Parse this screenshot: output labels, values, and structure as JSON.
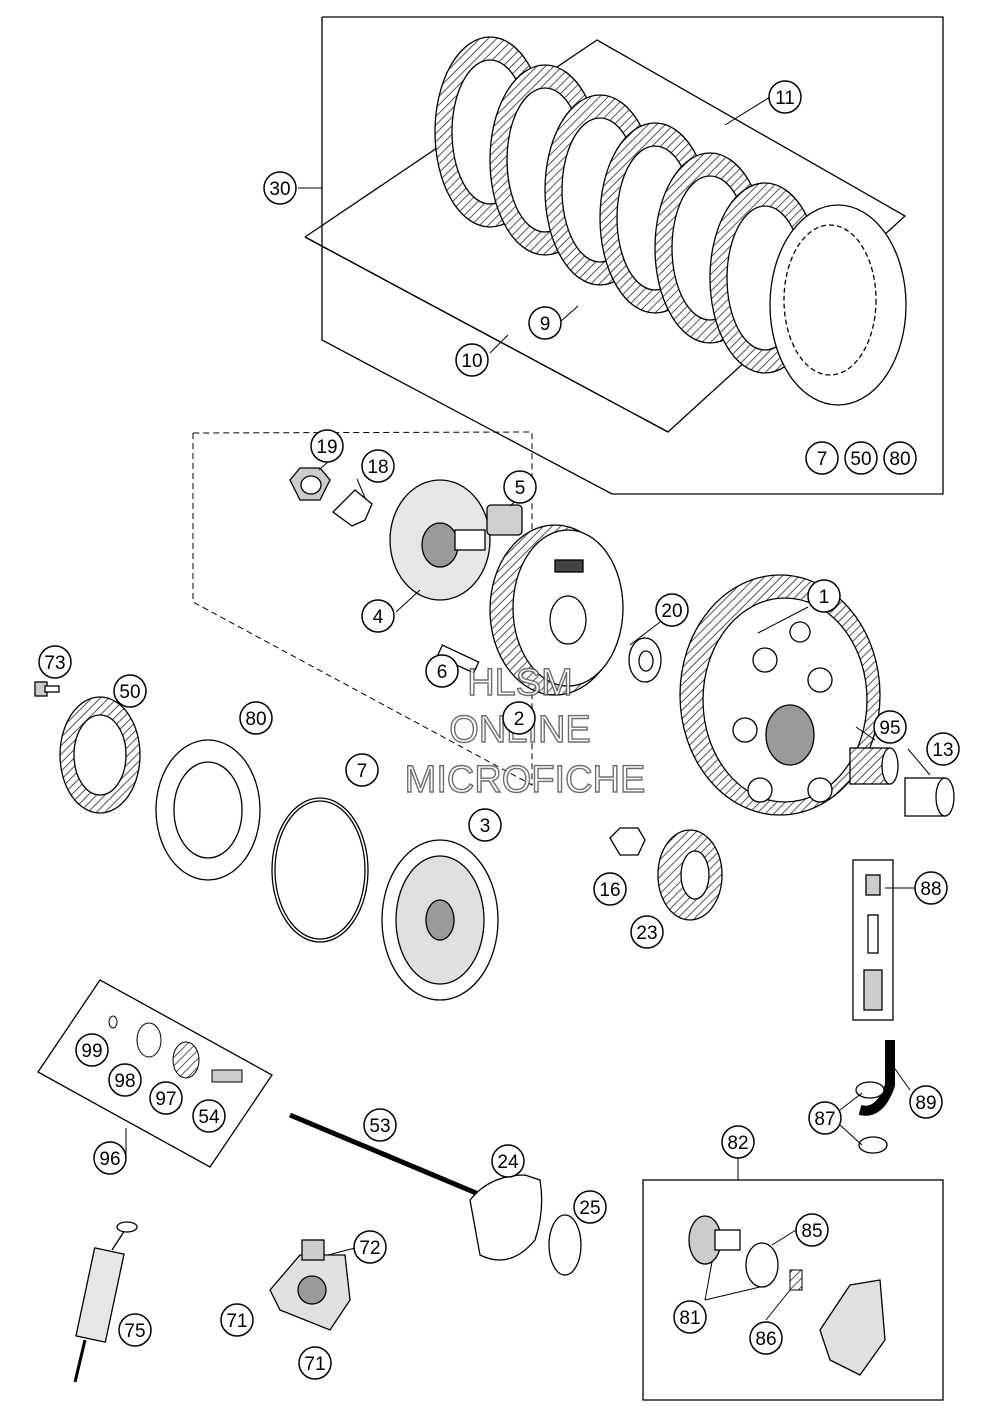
{
  "watermark": {
    "line1": "HLSM",
    "line2": "ONLINE",
    "line3": "MICROFICHE"
  },
  "labels": {
    "p1": "1",
    "p2": "2",
    "p3": "3",
    "p4": "4",
    "p5": "5",
    "p6": "6",
    "p7": "7",
    "p7b": "7",
    "p9": "9",
    "p10": "10",
    "p11": "11",
    "p13": "13",
    "p16": "16",
    "p18": "18",
    "p19": "19",
    "p20": "20",
    "p23": "23",
    "p24": "24",
    "p25": "25",
    "p30": "30",
    "p50": "50",
    "p50b": "50",
    "p53": "53",
    "p54": "54",
    "p71a": "71",
    "p71b": "71",
    "p72": "72",
    "p73": "73",
    "p75": "75",
    "p80": "80",
    "p80b": "80",
    "p81": "81",
    "p82": "82",
    "p85": "85",
    "p86": "86",
    "p87": "87",
    "p88": "88",
    "p89": "89",
    "p95": "95",
    "p96": "96",
    "p97": "97",
    "p98": "98",
    "p99": "99"
  },
  "colors": {
    "line": "#000000",
    "shade": "#9a9a9a",
    "dark": "#444444",
    "background": "#ffffff"
  }
}
